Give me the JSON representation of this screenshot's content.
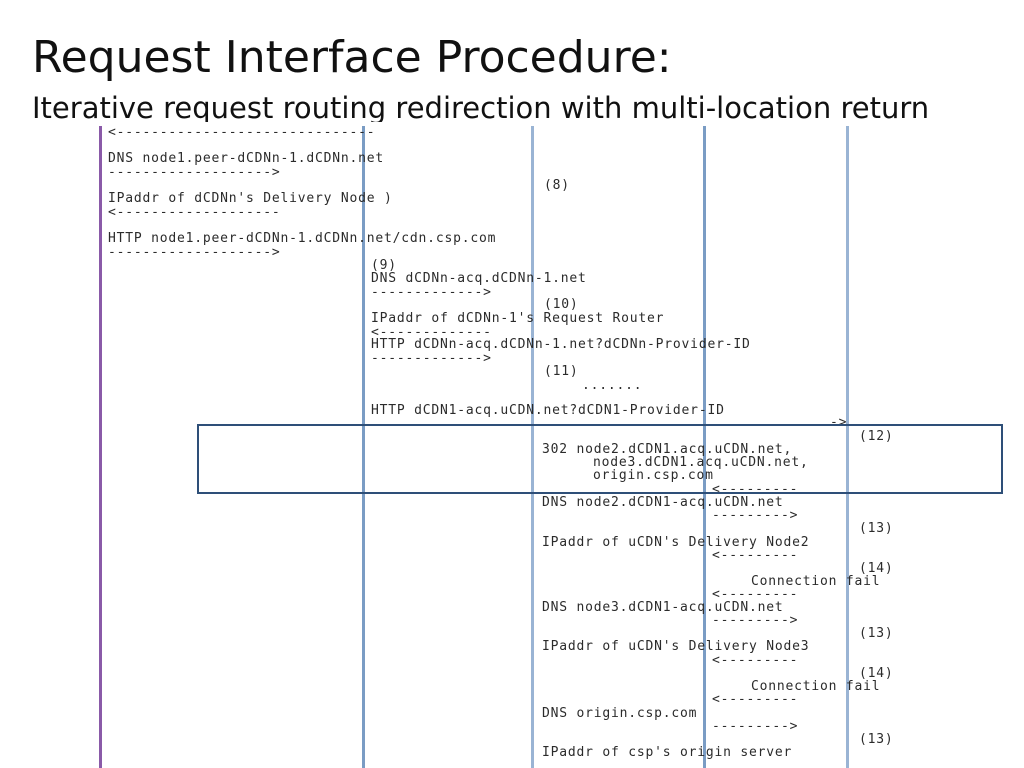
{
  "slide": {
    "title": "Request Interface Procedure:",
    "subtitle": "Iterative request routing redirection with multi-location return"
  },
  "colors": {
    "lifeline_1": "#8a5aa8",
    "lifeline_2": "#7a9cc4",
    "lifeline_3": "#9ab4d4",
    "lifeline_4": "#7a9cc4",
    "lifeline_5": "#9ab4d4",
    "highlight_box": "#2e4f78"
  },
  "diagram": {
    "rows": [
      "<------------------------------",
      "DNS node1.peer-dCDNn-1.dCDNn.net",
      "------------------->",
      "(8)",
      "IPaddr of dCDNn's Delivery Node )",
      "<-------------------",
      "HTTP node1.peer-dCDNn-1.dCDNn.net/cdn.csp.com",
      "------------------->",
      "(9)",
      "DNS dCDNn-acq.dCDNn-1.net",
      "------------->",
      "(10)",
      "IPaddr of dCDNn-1's Request Router",
      "<-------------",
      "HTTP dCDNn-acq.dCDNn-1.net?dCDNn-Provider-ID",
      "------------->",
      "(11)",
      ".......",
      "HTTP dCDN1-acq.uCDN.net?dCDN1-Provider-ID",
      "->",
      "(12)",
      "302 node2.dCDN1.acq.uCDN.net,",
      "node3.dCDN1.acq.uCDN.net,",
      "origin.csp.com",
      "<---------",
      "DNS node2.dCDN1-acq.uCDN.net",
      "--------->",
      "(13)",
      "IPaddr of uCDN's Delivery Node2",
      "<---------",
      "(14)",
      "Connection fail",
      "<---------",
      "DNS node3.dCDN1-acq.uCDN.net",
      "--------->",
      "(13)",
      "IPaddr of uCDN's Delivery Node3",
      "<---------",
      "(14)",
      "Connection fail",
      "<---------",
      "DNS origin.csp.com",
      "--------->",
      "(13)",
      "IPaddr of csp's origin server"
    ]
  }
}
